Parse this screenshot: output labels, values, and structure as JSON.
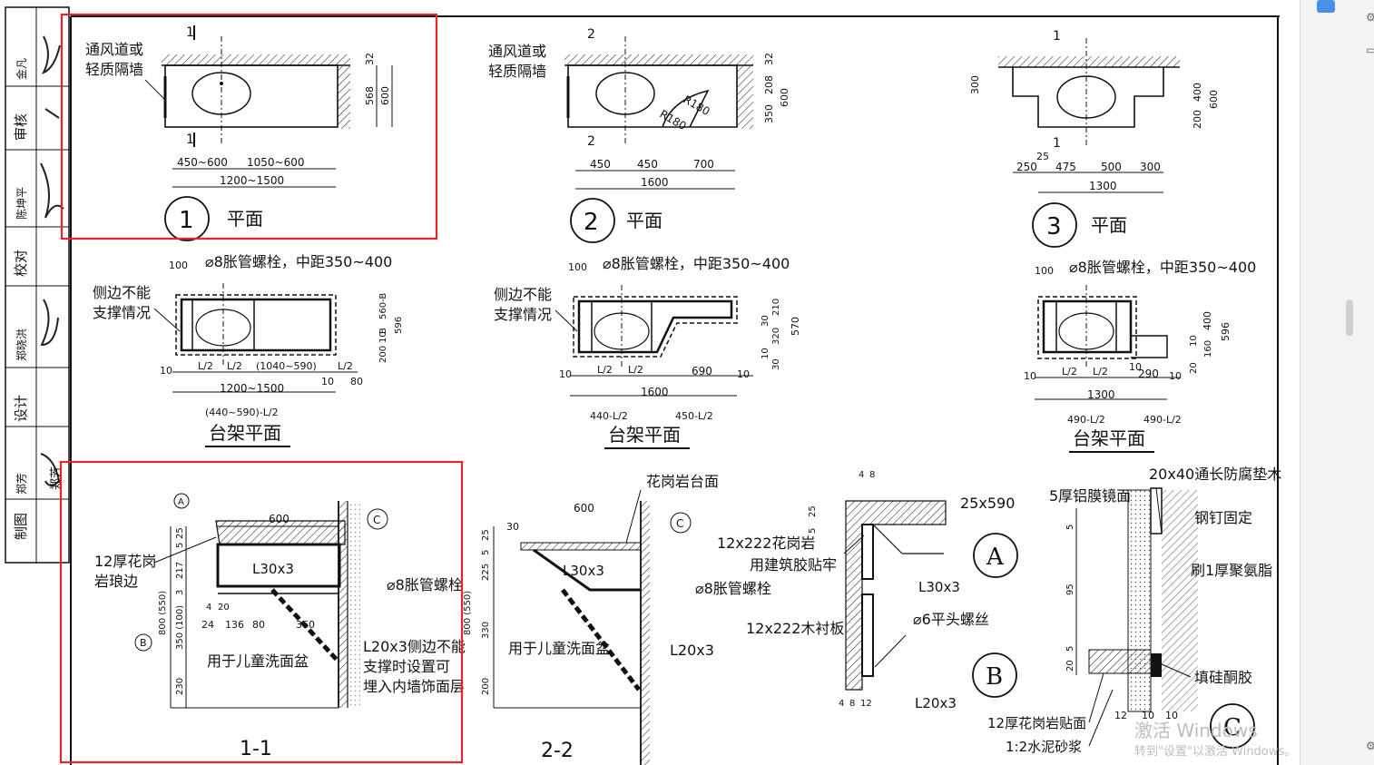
{
  "title_block": {
    "rows": [
      {
        "role": "制图",
        "name": ""
      },
      {
        "role": "校对",
        "name": "郑晓洪"
      },
      {
        "role": "设计",
        "name": "郑芳"
      },
      {
        "role": "审核",
        "name": "陈坤平"
      },
      {
        "role": "",
        "name": "金凡"
      }
    ],
    "extra_labels": [
      "郑芳"
    ]
  },
  "plans": [
    {
      "num": "1",
      "title": "平面",
      "labels": [
        "通风道或",
        "轻质隔墙"
      ],
      "section_marks": [
        "1",
        "1"
      ],
      "dims_h": [
        "450~600",
        "1050~600",
        "1200~1500"
      ],
      "dims_v": [
        "32",
        "568",
        "600"
      ]
    },
    {
      "num": "2",
      "title": "平面",
      "labels": [
        "通风道或",
        "轻质隔墙"
      ],
      "section_marks": [
        "2",
        "2"
      ],
      "dims_h": [
        "450",
        "450",
        "700",
        "1600"
      ],
      "dims_v": [
        "32",
        "208",
        "350",
        "600"
      ],
      "radius_labels": [
        "R180",
        "R180"
      ]
    },
    {
      "num": "3",
      "title": "平面",
      "section_marks": [
        "1",
        "1"
      ],
      "dims_h": [
        "25",
        "250",
        "475",
        "500",
        "300",
        "1300"
      ],
      "dims_v": [
        "300",
        "400",
        "200",
        "600"
      ]
    }
  ],
  "frames": [
    {
      "title": "台架平面",
      "bolt": "⌀8胀管螺栓，中距350~400",
      "side_note": [
        "侧边不能",
        "支撑情况"
      ],
      "dims": [
        "100",
        "10",
        "L/2",
        "L/2",
        "(1040~590)",
        "L/2",
        "10",
        "80",
        "1200~1500",
        "(440~590)-L/2",
        "596",
        "560-B",
        "200",
        "10",
        "B"
      ]
    },
    {
      "title": "台架平面",
      "bolt": "⌀8胀管螺栓，中距350~400",
      "side_note": [
        "侧边不能",
        "支撑情况"
      ],
      "dims": [
        "100",
        "10",
        "L/2",
        "L/2",
        "690",
        "10",
        "1600",
        "440-L/2",
        "450-L/2",
        "210",
        "30",
        "320",
        "570",
        "10",
        "30"
      ]
    },
    {
      "title": "台架平面",
      "bolt": "⌀8胀管螺栓，中距350~400",
      "dims": [
        "100",
        "10",
        "L/2",
        "L/2",
        "10",
        "290",
        "10",
        "1300",
        "490-L/2",
        "490-L/2",
        "400",
        "596",
        "10",
        "160",
        "20"
      ]
    }
  ],
  "sections": [
    {
      "title": "1-1",
      "markers": [
        "A",
        "B",
        "C"
      ],
      "labels": [
        "12厚花岗",
        "岩琅边",
        "L30x3",
        "⌀8胀管螺栓",
        "用于儿童洗面盆",
        "L20x3侧边不能",
        "支撑时设置可",
        "埋入内墙饰面层"
      ],
      "dims": [
        "600",
        "25",
        "5",
        "217",
        "3",
        "800 (550)",
        "350 (100)",
        "230",
        "4",
        "20",
        "24",
        "136",
        "80",
        "360"
      ]
    },
    {
      "title": "2-2",
      "markers": [
        "C"
      ],
      "labels": [
        "花岗岩台面",
        "L30x3",
        "⌀8胀管螺栓",
        "用于儿童洗面盆",
        "L20x3"
      ],
      "dims": [
        "600",
        "30",
        "25",
        "5",
        "225",
        "800 (550)",
        "330",
        "200"
      ]
    }
  ],
  "details": {
    "A": {
      "marker": "A",
      "labels": [
        "25x590",
        "12x222花岗岩",
        "用建筑胶贴牢",
        "L30x3"
      ],
      "dims": [
        "4",
        "8",
        "25",
        "5"
      ]
    },
    "B": {
      "marker": "B",
      "labels": [
        "12x222木衬板",
        "⌀6平头螺丝",
        "L20x3"
      ],
      "dims": [
        "4",
        "8",
        "12"
      ]
    },
    "C": {
      "marker": "C",
      "labels": [
        "20x40通长防腐垫木",
        "5厚铝膜镜面",
        "钢钉固定",
        "刷1厚聚氨脂",
        "填硅酮胶",
        "12厚花岗岩贴面",
        "1:2水泥砂浆"
      ],
      "dims": [
        "5",
        "95",
        "5",
        "20",
        "12",
        "10",
        "10"
      ]
    }
  },
  "watermark": {
    "line1": "激活 Windows",
    "line2": "转到\"设置\"以激活 Windows。"
  },
  "colors": {
    "highlight": "#e8232a",
    "ink": "#111111",
    "hatch": "#333333"
  }
}
